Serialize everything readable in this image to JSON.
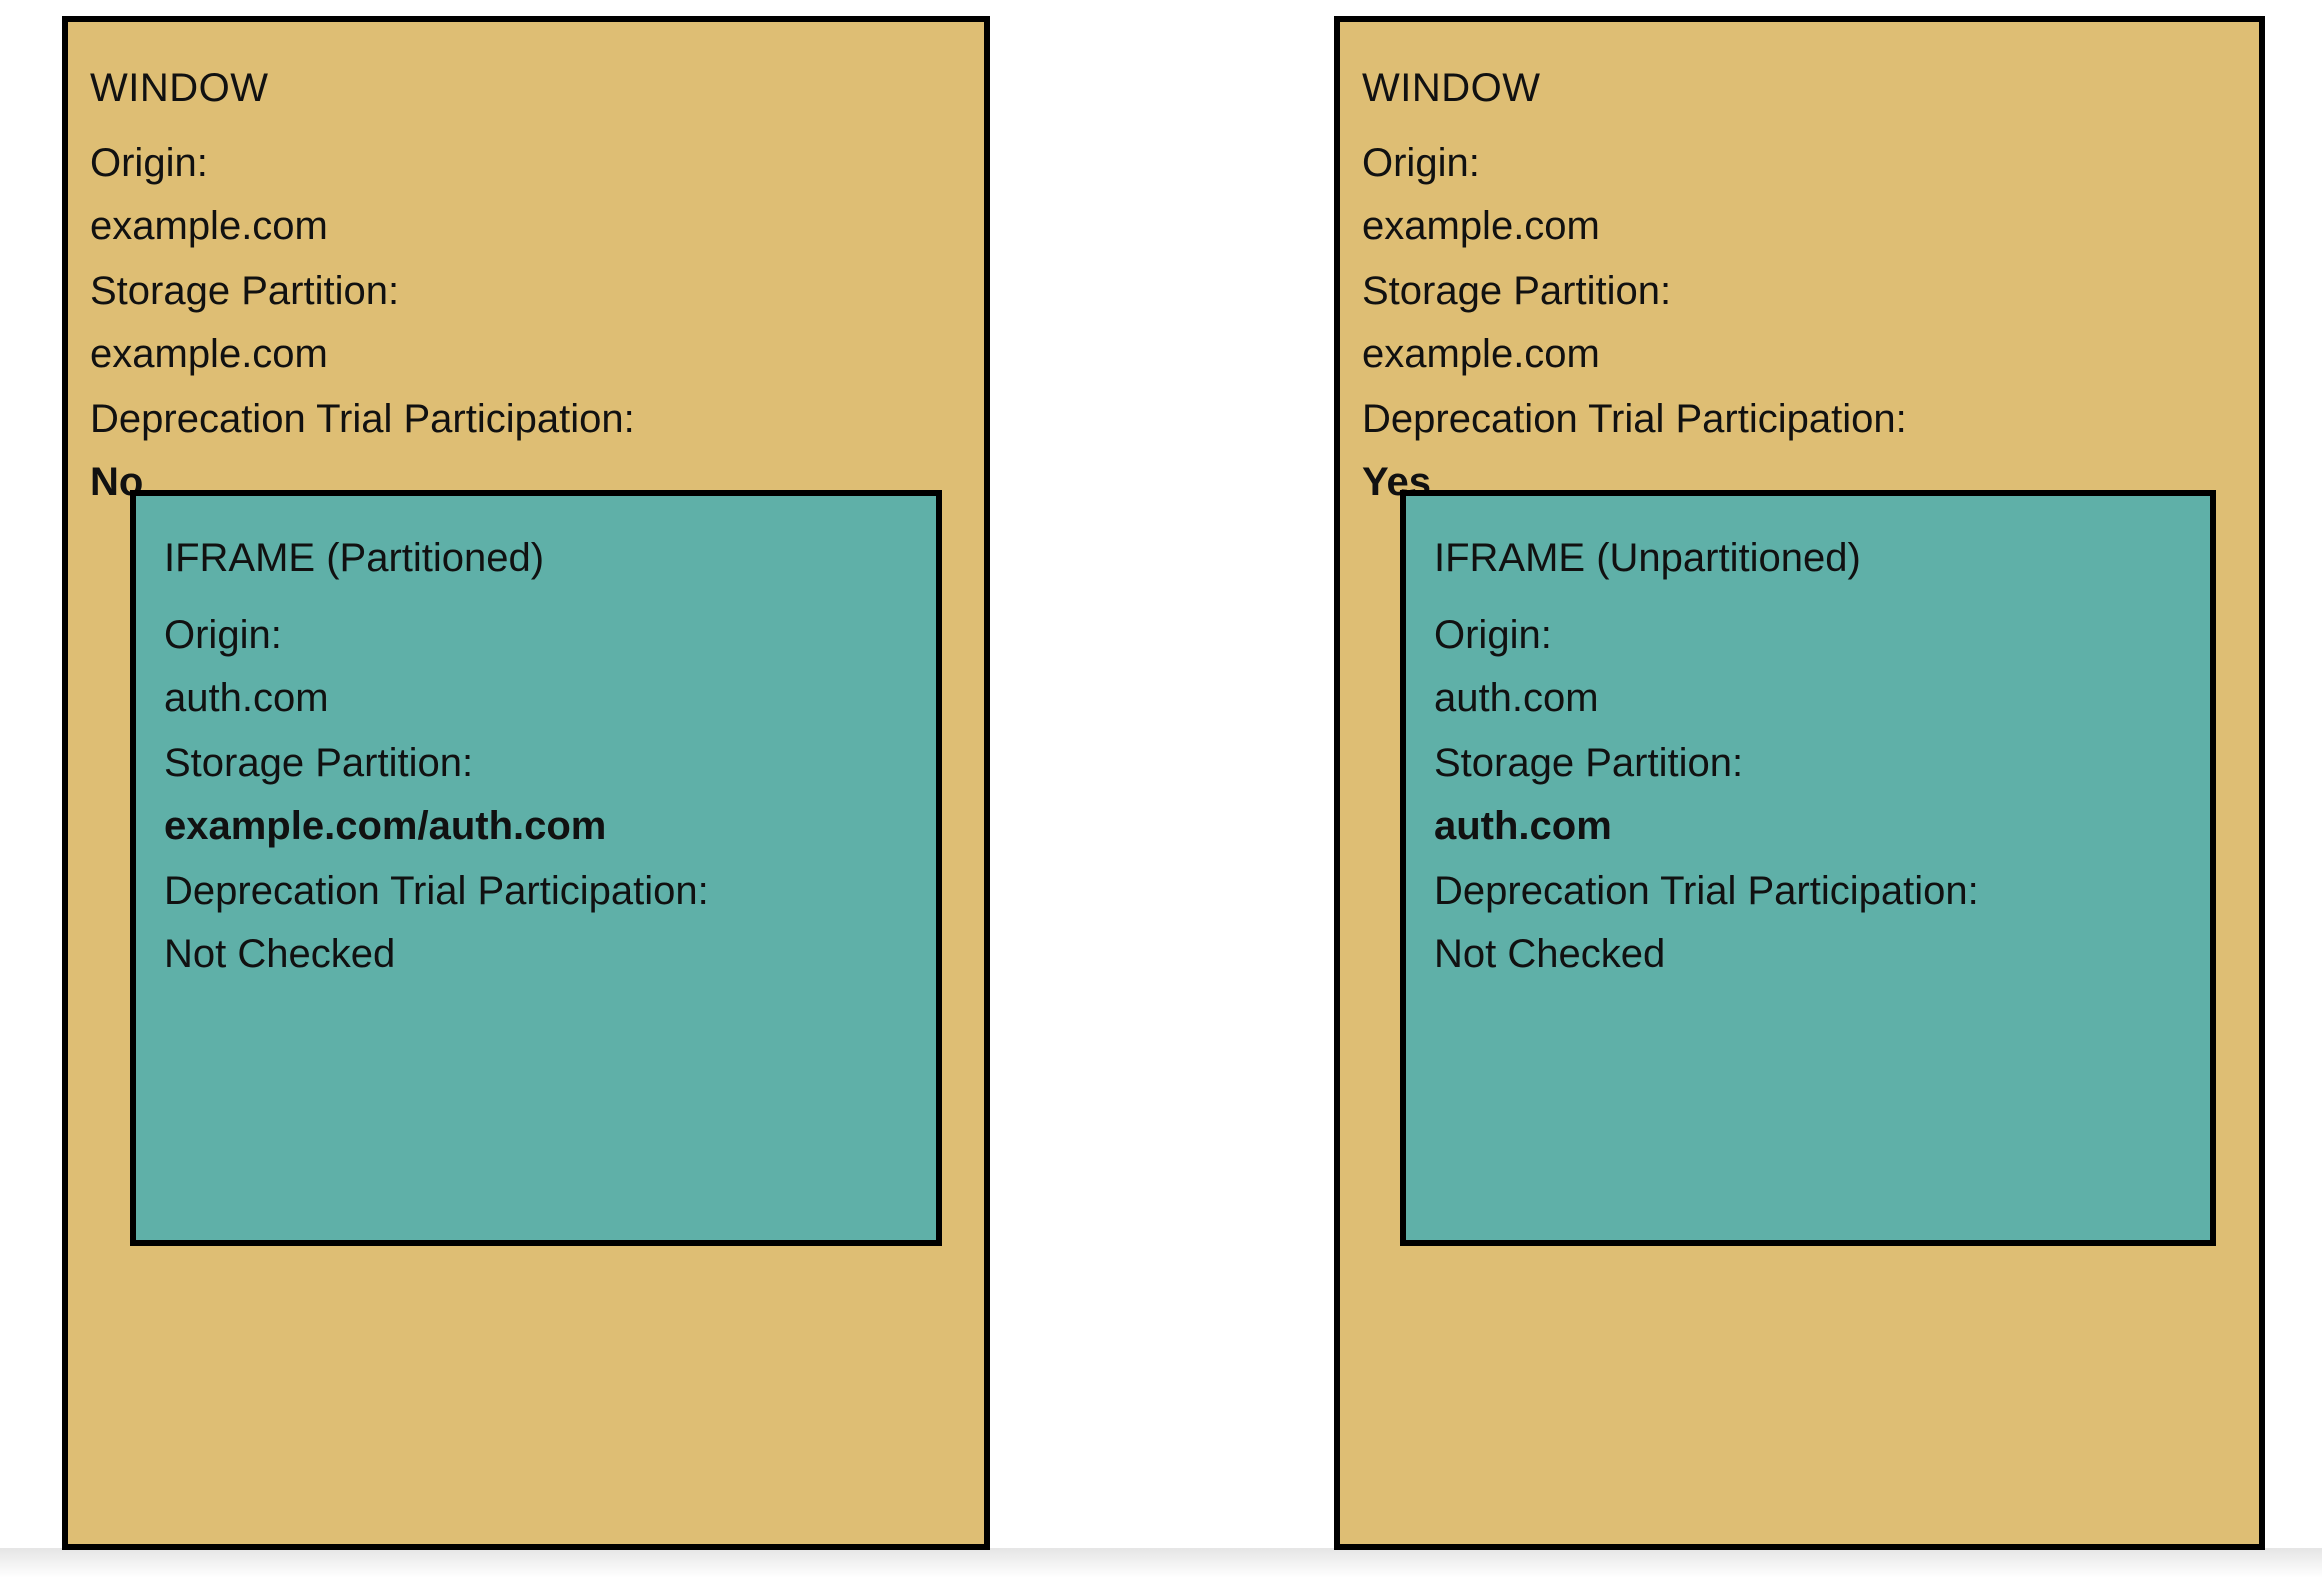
{
  "diagram": {
    "colors": {
      "window_fill": "#debe74",
      "iframe_fill": "#5fb0a8",
      "border": "#000000",
      "text": "#111111",
      "background": "#ffffff"
    },
    "panels": [
      {
        "title": "WINDOW",
        "fields": [
          {
            "label": "Origin:",
            "value": "example.com",
            "bold": false
          },
          {
            "label": "Storage Partition:",
            "value": "example.com",
            "bold": false
          },
          {
            "label": "Deprecation Trial Participation:",
            "value": "No",
            "bold": true
          }
        ],
        "iframe": {
          "title": "IFRAME (Partitioned)",
          "fields": [
            {
              "label": "Origin:",
              "value": "auth.com",
              "bold": false
            },
            {
              "label": "Storage Partition:",
              "value": "example.com/auth.com",
              "bold": true
            },
            {
              "label": "Deprecation Trial Participation:",
              "value": "Not Checked",
              "bold": false
            }
          ]
        }
      },
      {
        "title": "WINDOW",
        "fields": [
          {
            "label": "Origin:",
            "value": "example.com",
            "bold": false
          },
          {
            "label": "Storage Partition:",
            "value": "example.com",
            "bold": false
          },
          {
            "label": "Deprecation Trial Participation:",
            "value": "Yes",
            "bold": true
          }
        ],
        "iframe": {
          "title": "IFRAME (Unpartitioned)",
          "fields": [
            {
              "label": "Origin:",
              "value": "auth.com",
              "bold": false
            },
            {
              "label": "Storage Partition:",
              "value": "auth.com",
              "bold": true
            },
            {
              "label": "Deprecation Trial Participation:",
              "value": "Not Checked",
              "bold": false
            }
          ]
        }
      }
    ]
  }
}
